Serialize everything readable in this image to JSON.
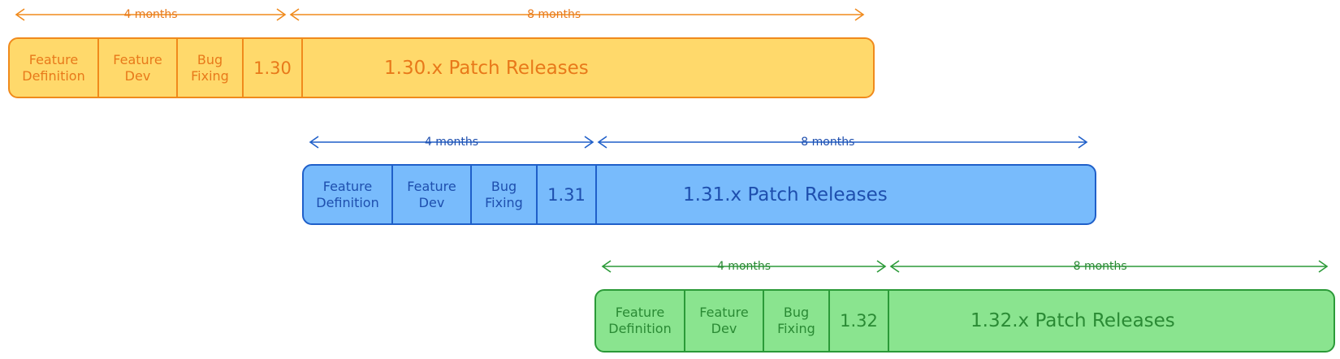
{
  "releases": [
    {
      "colors": {
        "fill": "#FFD96B",
        "stroke": "#F08A1C",
        "text": "#E8791A"
      },
      "span_left": "4 months",
      "span_right": "8 months",
      "phases": {
        "feature_definition": "Feature\nDefinition",
        "feature_dev": "Feature\nDev",
        "bug_fixing": "Bug\nFixing"
      },
      "version": "1.30",
      "patch": "1.30.x Patch Releases"
    },
    {
      "colors": {
        "fill": "#78BBFC",
        "stroke": "#1F5FC9",
        "text": "#1E4FAE"
      },
      "span_left": "4 months",
      "span_right": "8 months",
      "phases": {
        "feature_definition": "Feature\nDefinition",
        "feature_dev": "Feature\nDev",
        "bug_fixing": "Bug\nFixing"
      },
      "version": "1.31",
      "patch": "1.31.x Patch Releases"
    },
    {
      "colors": {
        "fill": "#8AE48F",
        "stroke": "#2B9A38",
        "text": "#2A8A34"
      },
      "span_left": "4 months",
      "span_right": "8 months",
      "phases": {
        "feature_definition": "Feature\nDefinition",
        "feature_dev": "Feature\nDev",
        "bug_fixing": "Bug\nFixing"
      },
      "version": "1.32",
      "patch": "1.32.x Patch Releases"
    }
  ]
}
